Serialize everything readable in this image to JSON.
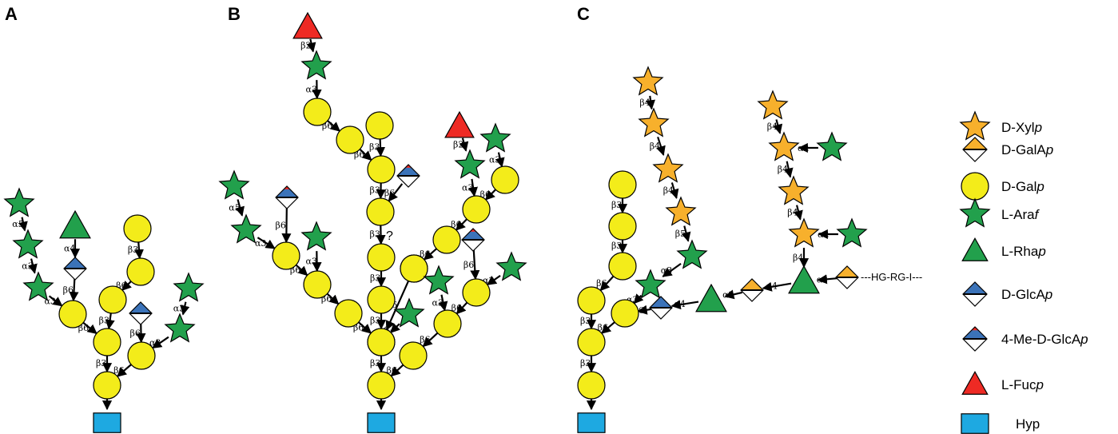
{
  "panels": {
    "a": {
      "label": "A",
      "nodes": [
        {
          "id": "A1",
          "t": "arab"
        },
        {
          "id": "A2",
          "t": "arab"
        },
        {
          "id": "A3",
          "t": "arab"
        },
        {
          "id": "A4",
          "t": "gal"
        },
        {
          "id": "A5",
          "t": "gal"
        },
        {
          "id": "A6",
          "t": "gal"
        },
        {
          "id": "A7",
          "t": "rha"
        },
        {
          "id": "A8",
          "t": "glca"
        },
        {
          "id": "A9",
          "t": "gal"
        },
        {
          "id": "A10",
          "t": "gal"
        },
        {
          "id": "A11",
          "t": "gal"
        },
        {
          "id": "A12",
          "t": "glca"
        },
        {
          "id": "A13",
          "t": "gal"
        },
        {
          "id": "A14",
          "t": "arab"
        },
        {
          "id": "A15",
          "t": "arab"
        },
        {
          "id": "A16",
          "t": "hyp"
        }
      ],
      "edges": [
        {
          "from": "A1",
          "to": "A2",
          "label": "α5"
        },
        {
          "from": "A2",
          "to": "A3",
          "label": "α3"
        },
        {
          "from": "A3",
          "to": "A4",
          "label": "α3"
        },
        {
          "from": "A7",
          "to": "A8",
          "label": "α4"
        },
        {
          "from": "A8",
          "to": "A4",
          "label": "β6"
        },
        {
          "from": "A4",
          "to": "A5",
          "label": "β6"
        },
        {
          "from": "A9",
          "to": "A10",
          "label": "β3"
        },
        {
          "from": "A10",
          "to": "A11",
          "label": "β6"
        },
        {
          "from": "A11",
          "to": "A5",
          "label": "β3"
        },
        {
          "from": "A5",
          "to": "A6",
          "label": "β3"
        },
        {
          "from": "A12",
          "to": "A13",
          "label": "β6"
        },
        {
          "from": "A14",
          "to": "A15",
          "label": "α3"
        },
        {
          "from": "A15",
          "to": "A13",
          "label": "α3"
        },
        {
          "from": "A13",
          "to": "A6",
          "label": "β6"
        },
        {
          "from": "A6",
          "to": "A16",
          "label": ""
        }
      ]
    },
    "b": {
      "label": "B",
      "nodes": [
        {
          "id": "B1",
          "t": "fuc"
        },
        {
          "id": "B2",
          "t": "arab"
        },
        {
          "id": "B3",
          "t": "gal"
        },
        {
          "id": "B4",
          "t": "gal"
        },
        {
          "id": "B5",
          "t": "gal"
        },
        {
          "id": "B6",
          "t": "gal"
        },
        {
          "id": "B7",
          "t": "mglca"
        },
        {
          "id": "B8",
          "t": "gal"
        },
        {
          "id": "B9",
          "t": "gal"
        },
        {
          "id": "B10",
          "t": "gal"
        },
        {
          "id": "B11",
          "t": "gal"
        },
        {
          "id": "B12",
          "t": "gal"
        },
        {
          "id": "B13",
          "t": "gal"
        },
        {
          "id": "B14",
          "t": "hyp"
        },
        {
          "id": "B15",
          "t": "arab"
        },
        {
          "id": "B16",
          "t": "arab"
        },
        {
          "id": "B17",
          "t": "gal"
        },
        {
          "id": "B18",
          "t": "mglca"
        },
        {
          "id": "B19",
          "t": "arab"
        },
        {
          "id": "B20",
          "t": "gal"
        },
        {
          "id": "B21",
          "t": "gal"
        },
        {
          "id": "B22",
          "t": "fuc"
        },
        {
          "id": "B23",
          "t": "arab"
        },
        {
          "id": "B24",
          "t": "arab"
        },
        {
          "id": "B25",
          "t": "gal"
        },
        {
          "id": "B26",
          "t": "gal"
        },
        {
          "id": "B27",
          "t": "gal"
        },
        {
          "id": "B28",
          "t": "gal"
        },
        {
          "id": "B29",
          "t": "gal"
        },
        {
          "id": "B30",
          "t": "mglca"
        },
        {
          "id": "B31",
          "t": "gal"
        },
        {
          "id": "B32",
          "t": "arab"
        },
        {
          "id": "B33",
          "t": "arab"
        },
        {
          "id": "B34",
          "t": "gal"
        },
        {
          "id": "B35",
          "t": "arab"
        },
        {
          "id": "B36",
          "t": "gal"
        }
      ],
      "edges": [
        {
          "from": "B1",
          "to": "B2",
          "label": "β2"
        },
        {
          "from": "B2",
          "to": "B3",
          "label": "α3"
        },
        {
          "from": "B3",
          "to": "B4",
          "label": "β6"
        },
        {
          "from": "B4",
          "to": "B6",
          "label": "β6"
        },
        {
          "from": "B5",
          "to": "B6",
          "label": "β3"
        },
        {
          "from": "B7",
          "to": "B8",
          "label": "β6"
        },
        {
          "from": "B6",
          "to": "B8",
          "label": "β3"
        },
        {
          "from": "B8",
          "to": "B9",
          "label": "β3"
        },
        {
          "from": "B9",
          "to": "B10",
          "label": "β3"
        },
        {
          "from": "B10",
          "to": "B11",
          "label": "β3"
        },
        {
          "from": "B11",
          "to": "B12",
          "label": "β3"
        },
        {
          "from": "B12",
          "to": "B13",
          "label": "β3"
        },
        {
          "from": "B13",
          "to": "B14",
          "label": ""
        },
        {
          "from": "B15",
          "to": "B16",
          "label": "α5"
        },
        {
          "from": "B16",
          "to": "B17",
          "label": "α3"
        },
        {
          "from": "B18",
          "to": "B17",
          "label": "β6"
        },
        {
          "from": "B19",
          "to": "B20",
          "label": "α3"
        },
        {
          "from": "B17",
          "to": "B20",
          "label": "β6"
        },
        {
          "from": "B20",
          "to": "B21",
          "label": "β6"
        },
        {
          "from": "B21",
          "to": "B12",
          "label": "β6"
        },
        {
          "from": "B22",
          "to": "B23",
          "label": "β2"
        },
        {
          "from": "B24",
          "to": "B25",
          "label": "α3"
        },
        {
          "from": "B23",
          "to": "B26",
          "label": "α3"
        },
        {
          "from": "B25",
          "to": "B26",
          "label": "β6"
        },
        {
          "from": "B26",
          "to": "B27",
          "label": "β6"
        },
        {
          "from": "B27",
          "to": "B28",
          "label": "β6"
        },
        {
          "from": "B28",
          "to": "B29",
          "label": "β6"
        },
        {
          "from": "B29",
          "to": "B11",
          "label": "β6"
        },
        {
          "from": "B30",
          "to": "B31",
          "label": "β6"
        },
        {
          "from": "B32",
          "to": "B31",
          "label": "α3"
        },
        {
          "from": "B31",
          "to": "B34",
          "label": "β6"
        },
        {
          "from": "B33",
          "to": "B34",
          "label": "α3"
        },
        {
          "from": "B34",
          "to": "B36",
          "label": "β6"
        },
        {
          "from": "B35",
          "to": "B12",
          "label": "α3"
        },
        {
          "from": "B36",
          "to": "B13",
          "label": "β6"
        }
      ],
      "question_mark": "?"
    },
    "c": {
      "label": "C",
      "nodes": [
        {
          "id": "C1",
          "t": "gal"
        },
        {
          "id": "C2",
          "t": "gal"
        },
        {
          "id": "C3",
          "t": "gal"
        },
        {
          "id": "C4",
          "t": "gal"
        },
        {
          "id": "C5",
          "t": "gal"
        },
        {
          "id": "C6",
          "t": "gal"
        },
        {
          "id": "C7",
          "t": "hyp"
        },
        {
          "id": "C8",
          "t": "xyl"
        },
        {
          "id": "C9",
          "t": "xyl"
        },
        {
          "id": "C10",
          "t": "xyl"
        },
        {
          "id": "C11",
          "t": "xyl"
        },
        {
          "id": "C12",
          "t": "arab"
        },
        {
          "id": "C13",
          "t": "arab"
        },
        {
          "id": "C14",
          "t": "gal"
        },
        {
          "id": "C15",
          "t": "glca"
        },
        {
          "id": "C16",
          "t": "rha"
        },
        {
          "id": "C17",
          "t": "gala"
        },
        {
          "id": "C18",
          "t": "rha"
        },
        {
          "id": "C19",
          "t": "gala"
        },
        {
          "id": "C20",
          "t": "xyl"
        },
        {
          "id": "C21",
          "t": "xyl"
        },
        {
          "id": "C22",
          "t": "arab"
        },
        {
          "id": "C23",
          "t": "xyl"
        },
        {
          "id": "C24",
          "t": "xyl"
        },
        {
          "id": "C25",
          "t": "arab"
        }
      ],
      "edges": [
        {
          "from": "C1",
          "to": "C2",
          "label": "β3"
        },
        {
          "from": "C2",
          "to": "C3",
          "label": "β3"
        },
        {
          "from": "C3",
          "to": "C4",
          "label": "β6"
        },
        {
          "from": "C4",
          "to": "C5",
          "label": "β3"
        },
        {
          "from": "C5",
          "to": "C6",
          "label": "β3"
        },
        {
          "from": "C6",
          "to": "C7",
          "label": ""
        },
        {
          "from": "C8",
          "to": "C9",
          "label": "β4"
        },
        {
          "from": "C9",
          "to": "C10",
          "label": "β4"
        },
        {
          "from": "C10",
          "to": "C11",
          "label": "β4"
        },
        {
          "from": "C11",
          "to": "C12",
          "label": "β5"
        },
        {
          "from": "C12",
          "to": "C13",
          "label": "α3"
        },
        {
          "from": "C13",
          "to": "C14",
          "label": "α3"
        },
        {
          "from": "C14",
          "to": "C5",
          "label": "β6"
        },
        {
          "from": "C15",
          "to": "C14",
          "label": "β6"
        },
        {
          "from": "C16",
          "to": "C15",
          "label": "α4"
        },
        {
          "from": "C17",
          "to": "C16",
          "label": "α2"
        },
        {
          "from": "C18",
          "to": "C17",
          "label": "α4"
        },
        {
          "from": "C19",
          "to": "C18",
          "label": "α2"
        },
        {
          "from": "C20",
          "to": "C21",
          "label": "β4"
        },
        {
          "from": "C22",
          "to": "C21",
          "label": "α2"
        },
        {
          "from": "C21",
          "to": "C23",
          "label": "β4"
        },
        {
          "from": "C23",
          "to": "C24",
          "label": "β4"
        },
        {
          "from": "C25",
          "to": "C24",
          "label": "α2"
        },
        {
          "from": "C24",
          "to": "C18",
          "label": "β4"
        }
      ],
      "backbone_text": "---HG-RG-I---"
    }
  },
  "legend": [
    {
      "t": "xyl",
      "name": "D-Xyl",
      "suffix": "p"
    },
    {
      "t": "gala",
      "name": "D-GalA",
      "suffix": "p"
    },
    {
      "t": "gal",
      "name": "D-Gal",
      "suffix": "p"
    },
    {
      "t": "arab",
      "name": "L-Ara",
      "suffix": "f"
    },
    {
      "t": "rha",
      "name": "L-Rha",
      "suffix": "p"
    },
    {
      "t": "glca",
      "name": "D-GlcA",
      "suffix": "p"
    },
    {
      "t": "mglca",
      "name": "4-Me-D-GlcA",
      "suffix": "p"
    },
    {
      "t": "fuc",
      "name": "L-Fuc",
      "suffix": "p"
    },
    {
      "t": "hyp",
      "name": "Hyp",
      "suffix": ""
    }
  ],
  "colors": {
    "gal": "#f3ec1a",
    "arab": "#22a04c",
    "xyl": "#f7b02c",
    "rha": "#22a04c",
    "glca": "#3b73b9",
    "gala": "#f7b02c",
    "fuc": "#ee2a24",
    "hyp": "#1ea9e1"
  }
}
